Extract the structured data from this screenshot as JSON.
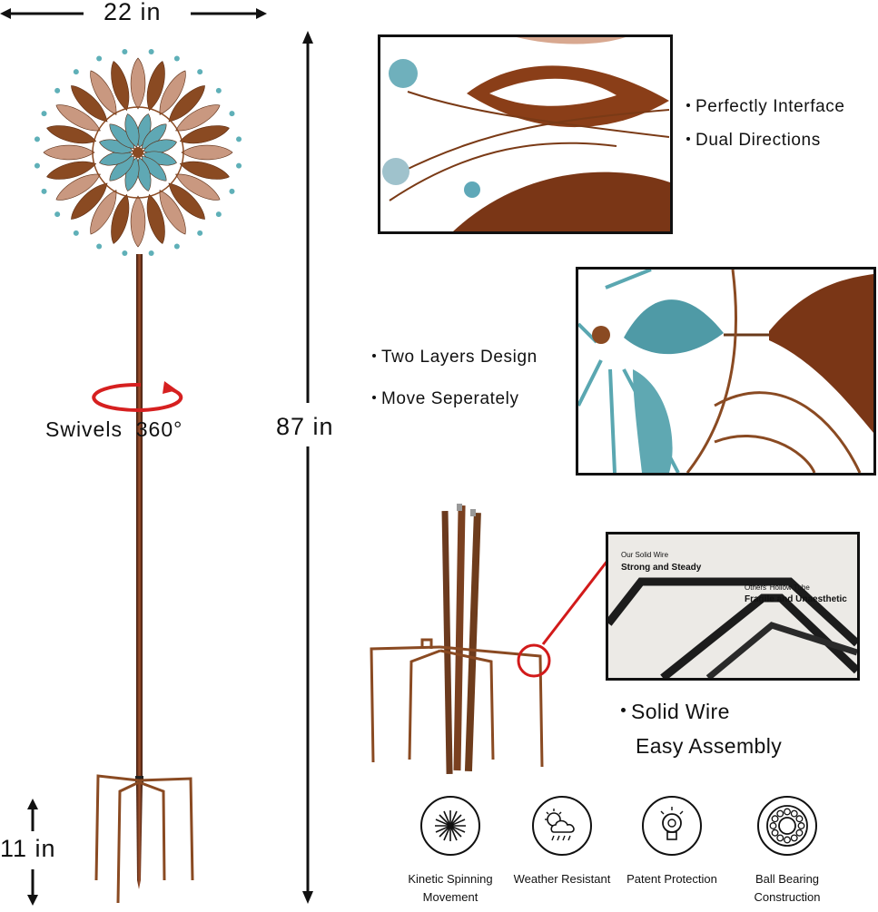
{
  "dimensions": {
    "width_label": "22 in",
    "height_label": "87 in",
    "stake_label": "11 in",
    "swivel_label": "Swivels  360°"
  },
  "callouts": {
    "panel1": [
      "Perfectly Interface",
      "Dual Directions"
    ],
    "panel2": [
      "Two Layers Design",
      "Move Seperately"
    ],
    "panel3": [
      "Solid Wire",
      "Easy Assembly"
    ]
  },
  "wire_inset": {
    "ours_small": "Our Solid Wire",
    "ours_bold": "Strong and Steady",
    "others_small": "Others' Hollow Tube",
    "others_bold": "Fragile and Unaesthetic"
  },
  "features": [
    {
      "icon": "kinetic-spinning-icon",
      "label": "Kinetic Spinning Movement"
    },
    {
      "icon": "weather-resistant-icon",
      "label": "Weather Resistant"
    },
    {
      "icon": "patent-protection-icon",
      "label": "Patent Protection"
    },
    {
      "icon": "ball-bearing-icon",
      "label": "Ball Bearing Construction"
    }
  ],
  "colors": {
    "copper": "#8a4a22",
    "copper_light": "#c98a6a",
    "teal": "#5fb0b8",
    "swivel_red": "#d62020",
    "callout_red": "#d21a1a"
  }
}
